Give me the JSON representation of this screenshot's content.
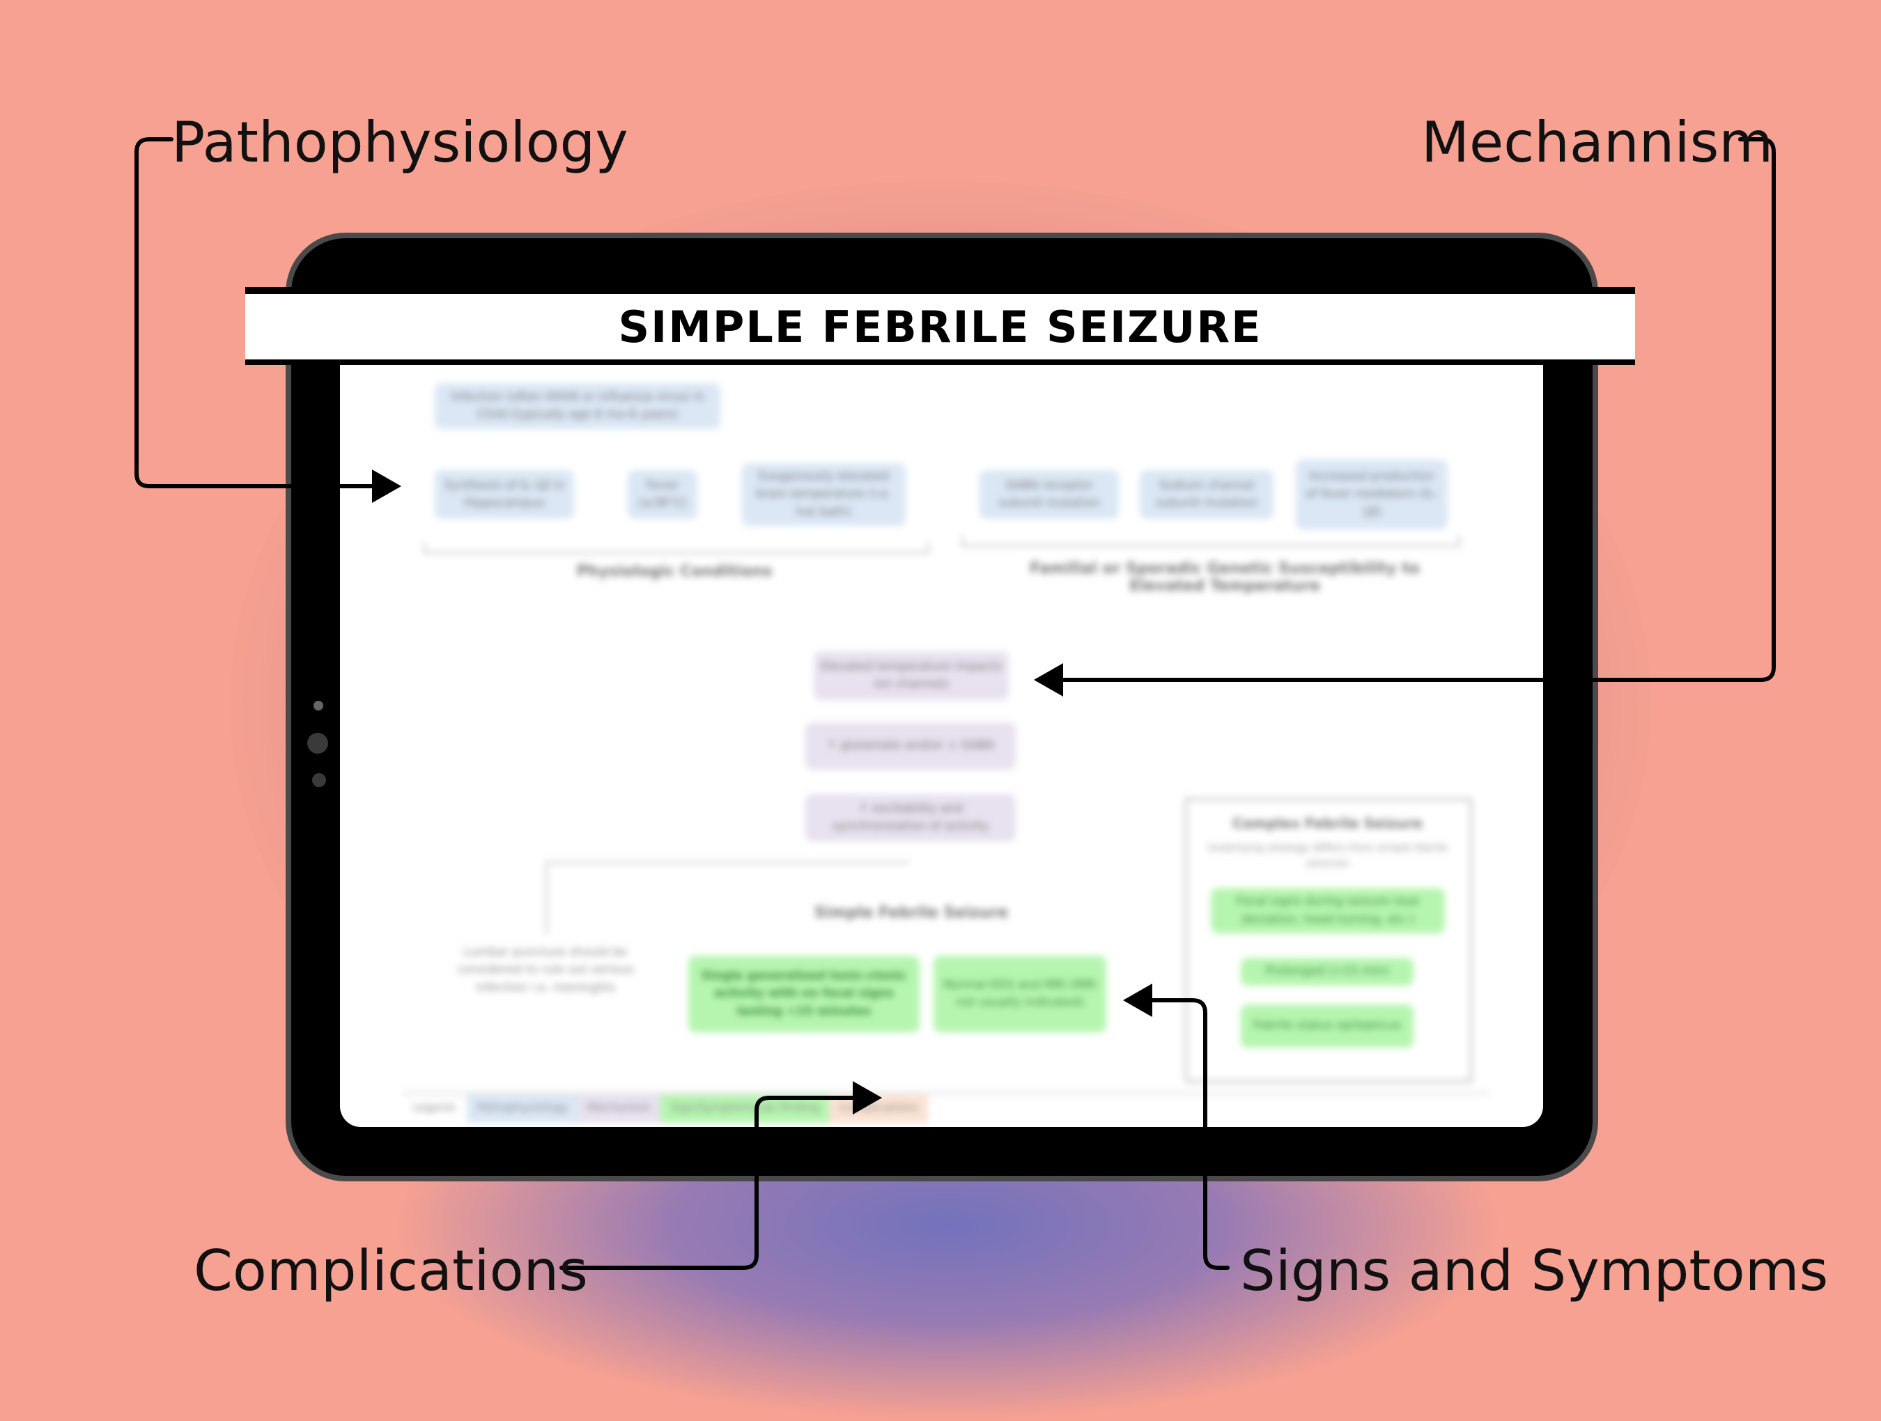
{
  "title": "SIMPLE FEBRILE SEIZURE",
  "callouts": {
    "pathophysiology": "Pathophysiology",
    "mechanism": "Mechannism",
    "complications": "Complications",
    "signs": "Signs and Symptoms"
  },
  "colors": {
    "background": "#f6a192",
    "pathophysiology": "#dbe7f5",
    "mechanism": "#e8e1ef",
    "signs": "#b6f5b0",
    "complications": "#fbe3d3"
  },
  "blurred_content": {
    "top_box": "Infection (often HHV6 or influenza virus) in Child (typically age 6 mo-6 years)",
    "path_boxes": [
      "Synthesis of IL-1β in Hippocampus",
      "Fever (≥38°C)",
      "Exogenously elevated brain temperature (i.e. hot bath)"
    ],
    "genetic_boxes": [
      "GABA receptor subunit mutation",
      "Sodium channel subunit mutation",
      "Increased production of fever mediators (IL-1β)"
    ],
    "label_physiologic": "Physiologic Conditions",
    "label_genetic": "Familial or Sporadic Genetic Susceptibility to Elevated Temperature",
    "mech_boxes": [
      "Elevated temperature impacts ion channels",
      "↑ glutamate and/or ↓ GABA",
      "↑ excitability and synchronization of activity"
    ],
    "label_simple": "Simple Febrile Seizure",
    "lumbar_note": "Lumbar puncture should be considered to rule out serious infection i.e. meningitis",
    "sign_boxes": [
      "Single generalized tonic-clonic activity with no focal signs lasting <15 minutes",
      "Normal EEG and MRI (MRI not usually indicated)"
    ],
    "complex_title": "Complex Febrile Seizure",
    "complex_sub": "Underlying etiology differs from simple febrile seizures",
    "complex_boxes": [
      "Focal signs during seizure (eye deviation, head turning, etc.)",
      "Prolonged (>15 min)",
      "Febrile status epilepticus"
    ],
    "legend": [
      "Legend:",
      "Pathophysiology",
      "Mechanism",
      "Sign/Symptom/Lab Finding",
      "Complications"
    ]
  }
}
